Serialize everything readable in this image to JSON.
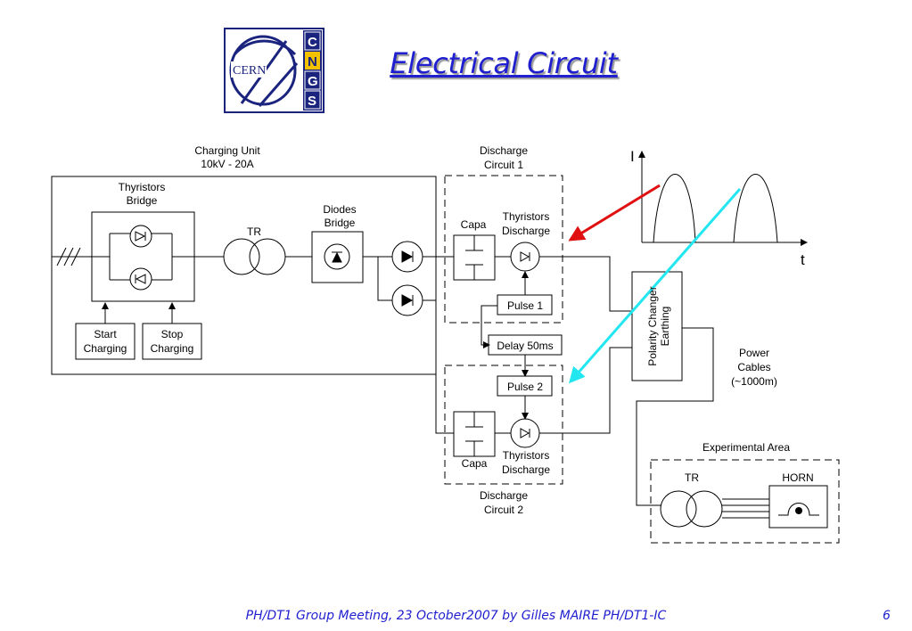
{
  "header": {
    "title": "Electrical Circuit",
    "logo_text": {
      "cern": "CERN",
      "letters": [
        "C",
        "N",
        "G",
        "S"
      ]
    },
    "logo_colors": {
      "frame": "#1a237e",
      "accent": "#f2c200"
    }
  },
  "diagram": {
    "charging_unit": {
      "line1": "Charging Unit",
      "line2": "10kV - 20A"
    },
    "thyristors_bridge": {
      "line1": "Thyristors",
      "line2": "Bridge"
    },
    "tr_main": "TR",
    "diodes_bridge": {
      "line1": "Diodes",
      "line2": "Bridge"
    },
    "start_charging": {
      "line1": "Start",
      "line2": "Charging"
    },
    "stop_charging": {
      "line1": "Stop",
      "line2": "Charging"
    },
    "discharge1": {
      "line1": "Discharge",
      "line2": "Circuit 1"
    },
    "discharge2": {
      "line1": "Discharge",
      "line2": "Circuit 2"
    },
    "capa1": "Capa",
    "capa2": "Capa",
    "thyr_dis1": {
      "line1": "Thyristors",
      "line2": "Discharge"
    },
    "thyr_dis2": {
      "line1": "Thyristors",
      "line2": "Discharge"
    },
    "pulse1": "Pulse 1",
    "pulse2": "Pulse 2",
    "delay": "Delay 50ms",
    "polarity": {
      "line1": "Polarity Changer",
      "line2": "Earthing"
    },
    "power_cables": {
      "line1": "Power",
      "line2": "Cables",
      "line3": "(~1000m)"
    },
    "experimental_area": "Experimental Area",
    "tr_exp": "TR",
    "horn": "HORN",
    "axis_i": "I",
    "axis_t": "t",
    "colors": {
      "arrow1": "#e01010",
      "arrow2": "#22e6f0"
    }
  },
  "footer": {
    "text": "PH/DT1 Group Meeting, 23 October2007 by Gilles MAIRE PH/DT1-IC",
    "page": "6"
  }
}
